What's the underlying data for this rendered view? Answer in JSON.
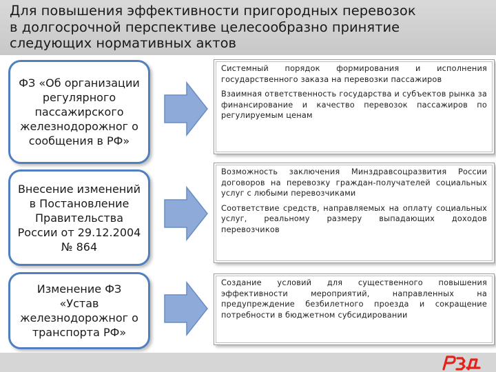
{
  "header": {
    "title_lines": [
      "Для повышения эффективности пригородных перевозок",
      "в долгосрочной перспективе целесообразно принятие",
      "следующих нормативных актов"
    ]
  },
  "rows": [
    {
      "left_label": "ФЗ «Об организации регулярного пассажирского железнодорожног о сообщения в РФ»",
      "paragraphs": [
        "Системный порядок формирования и исполнения государственного заказа на перевозки пассажиров",
        "Взаимная ответственность государства и субъектов рынка за финансирование и качество перевозок пассажиров по регулируемым ценам"
      ]
    },
    {
      "left_label": "Внесение изменений в Постановление Правительства России от 29.12.2004 № 864",
      "paragraphs": [
        "Возможность заключения Минздравсоцразвития России договоров на перевозку граждан-получателей социальных услуг с любыми перевозчиками",
        "Соответствие средств, направляемых на оплату социальных услуг, реальному размеру выпадающих доходов перевозчиков"
      ]
    },
    {
      "left_label": "Изменение ФЗ «Устав железнодорожног о транспорта РФ»",
      "paragraphs": [
        "Создание условий для существенного повышения эффективности мероприятий, направленных на предупреждение безбилетного проезда и сокращение потребности в бюджетном субсидировании"
      ]
    }
  ],
  "colors": {
    "accent_blue": "#4f7fbf",
    "arrow_fill": "#8eaad8",
    "logo_red": "#e2231a"
  },
  "icons": {
    "arrow": "right-arrow-icon",
    "logo": "rzd-logo-icon"
  }
}
